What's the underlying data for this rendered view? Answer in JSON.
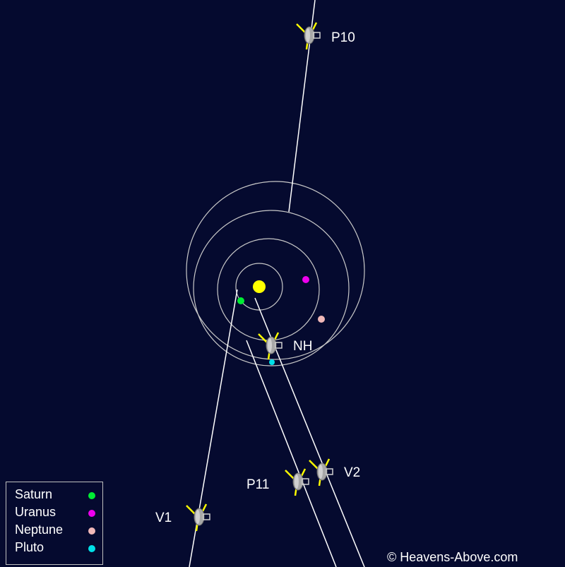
{
  "canvas": {
    "background": "#050a2f"
  },
  "sun": {
    "color": "#ffff00"
  },
  "orbits": {
    "color": "#c8c8c8"
  },
  "spacecraft": [
    {
      "id": "p10",
      "label": "P10"
    },
    {
      "id": "nh",
      "label": "NH"
    },
    {
      "id": "p11",
      "label": "P11"
    },
    {
      "id": "v2",
      "label": "V2"
    },
    {
      "id": "v1",
      "label": "V1"
    }
  ],
  "legend": {
    "items": [
      {
        "label": "Saturn",
        "color": "#00ee33"
      },
      {
        "label": "Uranus",
        "color": "#ee00ee"
      },
      {
        "label": "Neptune",
        "color": "#f0b8b8"
      },
      {
        "label": "Pluto",
        "color": "#00e0e8"
      }
    ]
  },
  "credit": "© Heavens-Above.com"
}
